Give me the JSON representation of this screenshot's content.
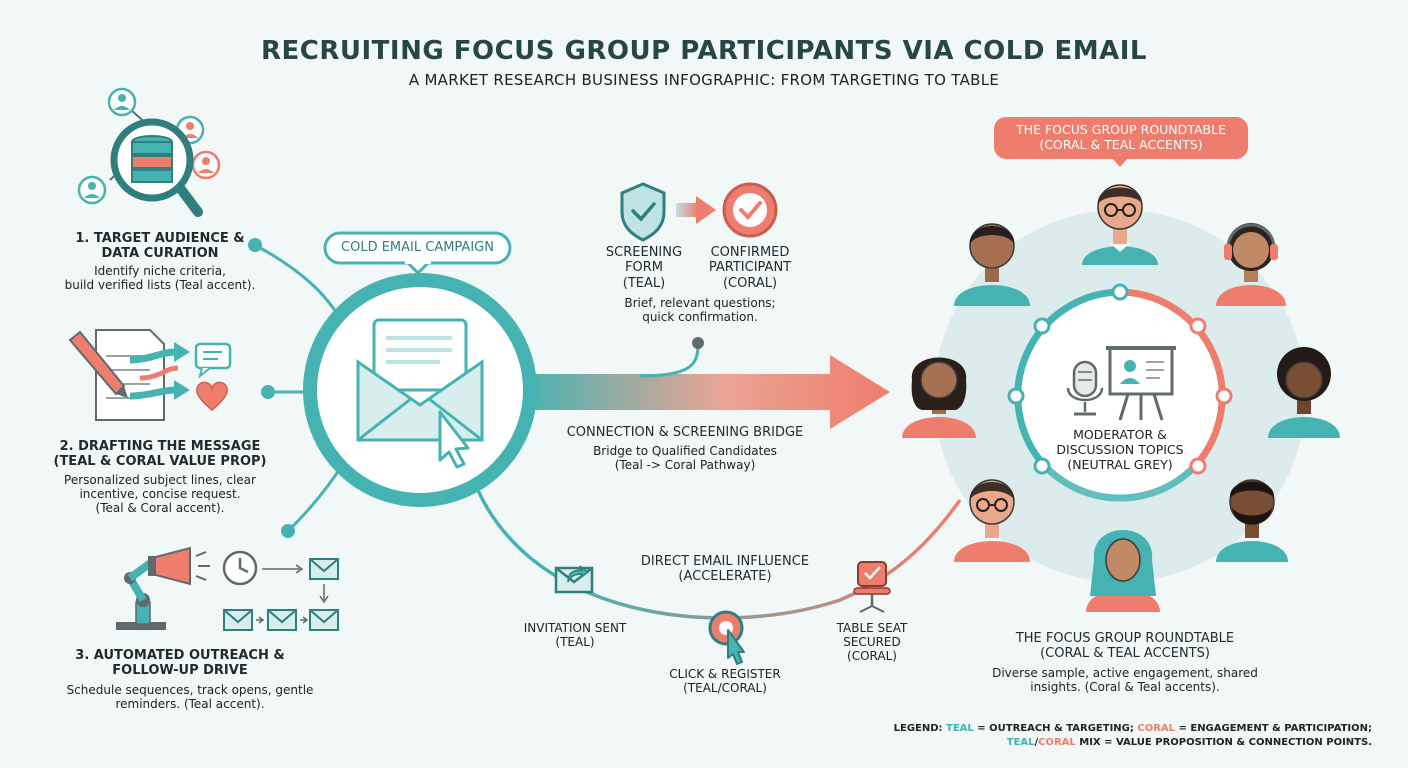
{
  "colors": {
    "teal": "#45b3b1",
    "coral": "#ef7d6d",
    "grey": "#5f6b6b",
    "ring": "#d5e8e8"
  },
  "title": "RECRUITING FOCUS GROUP PARTICIPANTS VIA COLD EMAIL",
  "subtitle": "A MARKET RESEARCH BUSINESS INFOGRAPHIC: FROM TARGETING TO TABLE",
  "steps": [
    {
      "title1": "1. TARGET AUDIENCE &",
      "title2": "DATA CURATION",
      "desc1": "Identify niche criteria,",
      "desc2": "build verified lists (Teal accent).",
      "icon": "database-search-icon"
    },
    {
      "title1": "2. DRAFTING THE MESSAGE",
      "title2": "(TEAL & CORAL VALUE PROP)",
      "desc1": "Personalized subject lines, clear",
      "desc2": "incentive, concise request.",
      "desc3": "(Teal & Coral accent).",
      "icon": "pencil-document-icon"
    },
    {
      "title1": "3. AUTOMATED OUTREACH &",
      "title2": "FOLLOW-UP DRIVE",
      "desc1": "Schedule sequences, track opens, gentle",
      "desc2": "reminders. (Teal accent).",
      "icon": "megaphone-robot-icon"
    }
  ],
  "campaign": {
    "label": "COLD EMAIL CAMPAIGN",
    "icon": "envelope-cursor-icon"
  },
  "screening": {
    "form1": "SCREENING",
    "form2": "FORM",
    "form3": "(TEAL)",
    "confirmed1": "CONFIRMED",
    "confirmed2": "PARTICIPANT",
    "confirmed3": "(CORAL)",
    "desc1": "Brief, relevant questions;",
    "desc2": "quick confirmation."
  },
  "bridge": {
    "title": "CONNECTION & SCREENING BRIDGE",
    "desc1": "Bridge to Qualified Candidates",
    "desc2": "(Teal -> Coral Pathway)"
  },
  "influence": {
    "title1": "DIRECT EMAIL INFLUENCE",
    "title2": "(ACCELERATE)"
  },
  "invitation": {
    "line1": "INVITATION SENT",
    "line2": "(TEAL)"
  },
  "click": {
    "line1": "CLICK & REGISTER",
    "line2": "(TEAL/CORAL)"
  },
  "seat": {
    "line1": "TABLE SEAT",
    "line2": "SECURED",
    "line3": "(CORAL)"
  },
  "roundtable_badge": {
    "line1": "THE FOCUS GROUP ROUNDTABLE",
    "line2": "(CORAL & TEAL ACCENTS)"
  },
  "moderator": {
    "line1": "MODERATOR &",
    "line2": "DISCUSSION TOPICS",
    "line3": "(NEUTRAL GREY)"
  },
  "roundtable": {
    "title1": "THE FOCUS GROUP ROUNDTABLE",
    "title2": "(CORAL & TEAL ACCENTS)",
    "desc1": "Diverse sample, active engagement, shared",
    "desc2": "insights. (Coral & Teal accents)."
  },
  "legend": {
    "prefix": "LEGEND: ",
    "teal": "TEAL",
    "teal_meaning": " = OUTREACH & TARGETING; ",
    "coral": "CORAL",
    "coral_meaning": " = ENGAGEMENT & PARTICIPATION;",
    "mix_teal": "TEAL",
    "slash": "/",
    "mix_coral": "CORAL",
    "mix_meaning": " MIX = VALUE PROPOSITION & CONNECTION POINTS."
  }
}
